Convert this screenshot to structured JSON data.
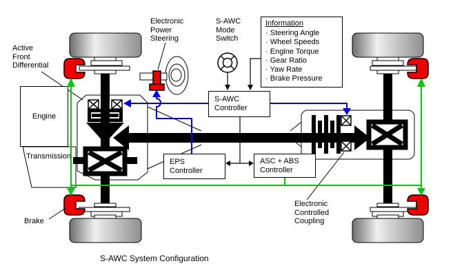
{
  "title": "S-AWC System Configuration",
  "colors": {
    "signal_blue": "#0000EE",
    "brake_green": "#00CC00",
    "component_red": "#EE0000"
  },
  "labels": {
    "active_front_differential": "Active\nFront\nDifferential",
    "electronic_power_steering": "Electronic\nPower\nSteering",
    "sawc_mode_switch": "S-AWC\nMode\nSwitch",
    "engine": "Engine",
    "transmission": "Transmission",
    "brake": "Brake",
    "electronic_controlled_coupling": "Electronic\nControlled\nCoupling"
  },
  "boxes": {
    "information": {
      "title": "Information",
      "items": [
        "Steering Angle",
        "Wheel Speeds",
        "Engine Torque",
        "Gear Ratio",
        "Yaw Rate",
        "Brake Pressure"
      ]
    },
    "sawc_controller": "S-AWC\nController",
    "eps_controller": "EPS\nController",
    "asc_abs_controller": "ASC + ABS\nController"
  }
}
